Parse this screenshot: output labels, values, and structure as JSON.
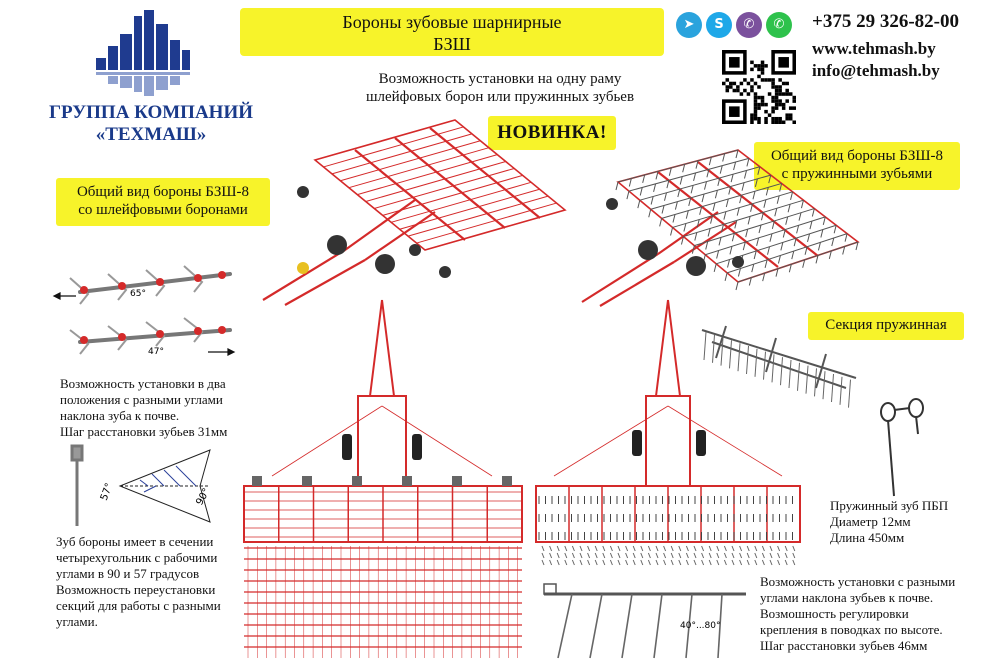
{
  "company": {
    "line1": "ГРУППА КОМПАНИЙ",
    "line2": "«ТЕХМАШ»"
  },
  "header": {
    "title_line1": "Бороны зубовые шарнирные",
    "title_line2": "БЗШ",
    "subtitle_line1": "Возможность установки на одну раму",
    "subtitle_line2": "шлейфовых борон или пружинных зубьев",
    "new_badge": "НОВИНКА!"
  },
  "contacts": {
    "phone": "+375 29 326-82-00",
    "website": "www.tehmash.by",
    "email": "info@tehmash.by",
    "messenger_icons": [
      "telegram-icon",
      "skype-icon",
      "viber-icon",
      "whatsapp-icon"
    ]
  },
  "labels": {
    "view_left_line1": "Общий вид бороны БЗШ-8",
    "view_left_line2": "со шлейфовыми боронами",
    "view_right_line1": "Общий вид бороны БЗШ-8",
    "view_right_line2": "с пружинными зубьями",
    "section_spring": "Секция пружинная"
  },
  "diagram_labels": {
    "angle_65": "65°",
    "angle_47": "47°",
    "angle_57": "57°",
    "angle_90": "90°",
    "angle_range": "40°...80°"
  },
  "texts": {
    "positions": [
      "Возможность установки в два",
      "положения с разными углами",
      "наклона зуба к почве.",
      "Шаг расстановки зубьев 31мм"
    ],
    "tooth_section": [
      "Зуб бороны имеет в сечении",
      "четырехугольник с рабочими",
      "углами в 90 и 57 градусов",
      "Возможность переустановки",
      "секций для работы с разными",
      "углами."
    ],
    "spring_tooth": [
      "Пружинный зуб ПБП",
      "Диаметр 12мм",
      "Длина 450мм"
    ],
    "spring_install": [
      "Возможность установки с разными",
      "углами наклона зубьев к почве.",
      "Возмошность регулировки",
      "крепления в поводках по высоте.",
      "Шаг расстановки зубьев 46мм"
    ]
  },
  "colors": {
    "highlight": "#f7f32a",
    "frame_red": "#d42a2a",
    "brand_blue": "#1a3a8a",
    "spring_grey": "#5c6066"
  }
}
